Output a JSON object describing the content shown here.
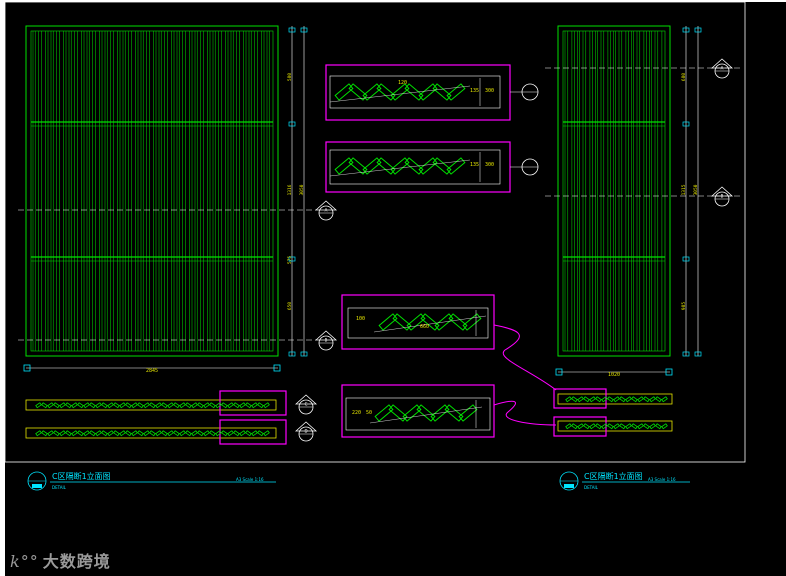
{
  "drawing": {
    "left_title": "C区隔断1立面图",
    "left_subtitle": "DETAIL",
    "left_scale": "A3 Scale 1:16",
    "right_title": "C区隔断1立面图",
    "right_subtitle": "DETAIL",
    "right_scale": "A3 Scale 1:16",
    "left_width_dim": "2845",
    "right_width_dim": "1020",
    "left_vdims": [
      "580",
      "1316",
      "3050",
      "575",
      "650"
    ],
    "right_vdims": [
      "680",
      "1315",
      "3050",
      "985"
    ],
    "detail_dims": {
      "d1a": "120",
      "d1b": "135",
      "d1c": "300",
      "d2a": "135",
      "d2b": "300",
      "d3a": "100",
      "d3b": "660",
      "d4a": "220",
      "d4b": "50"
    },
    "section_marks": [
      "A",
      "B",
      "A",
      "B",
      "C",
      "D"
    ]
  },
  "watermark": {
    "logo": "k°°",
    "text": "大数跨境"
  },
  "colors": {
    "panel": "#00e000",
    "cyan": "#00e5ff",
    "magenta": "#ff00ff",
    "white": "#ffffff",
    "yellow": "#e6e600"
  }
}
